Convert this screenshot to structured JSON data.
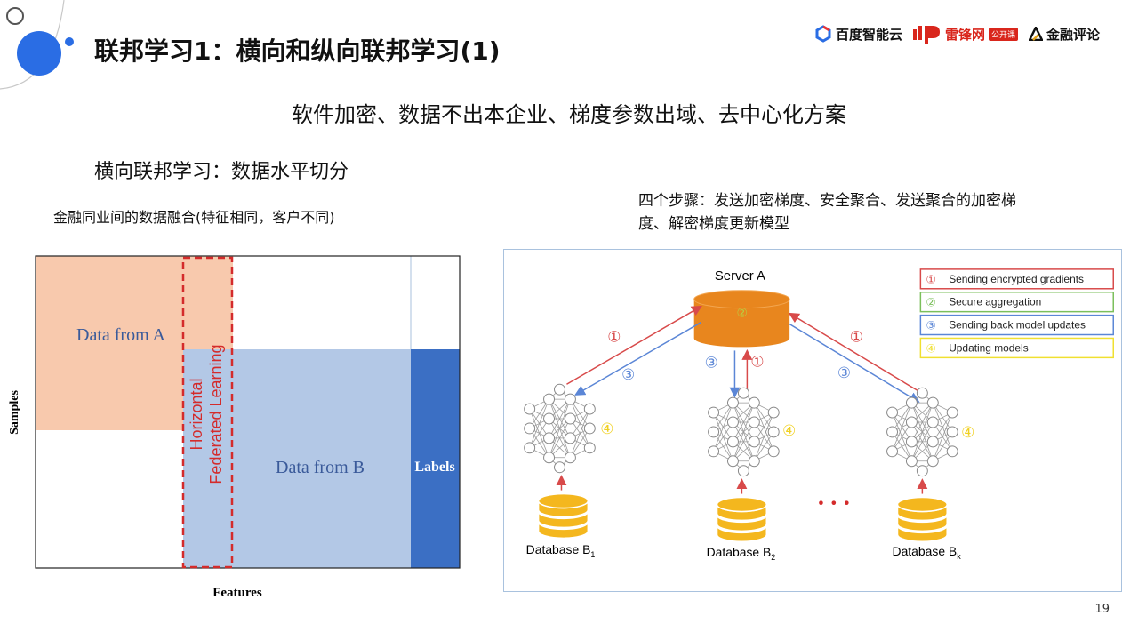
{
  "slide": {
    "title": "联邦学习1：横向和纵向联邦学习(1)",
    "subtitle": "软件加密、数据不出本企业、梯度参数出域、去中心化方案",
    "left_heading": "横向联邦学习：数据水平切分",
    "left_caption": "金融同业间的数据融合(特征相同，客户不同)",
    "right_caption": "四个步骤：发送加密梯度、安全聚合、发送聚合的加密梯度、解密梯度更新模型",
    "page_number": "19"
  },
  "logos": {
    "baidu": "百度智能云",
    "leiphone": "雷锋网",
    "leiphone_badge": "公开课",
    "finance": "金融评论"
  },
  "left_figure": {
    "data_a": "Data from A",
    "data_b": "Data from B",
    "labels": "Labels",
    "hfl_line1": "Horizontal",
    "hfl_line2": "Federated Learning",
    "ylabel": "Samples",
    "xlabel": "Features",
    "colors": {
      "a": "#f8c9ad",
      "b": "#b3c8e6",
      "labels": "#3b6fc4",
      "dash": "#d42b2b"
    }
  },
  "right_figure": {
    "server": "Server A",
    "server_mark": "②",
    "legend": [
      {
        "mark": "①",
        "text": "Sending encrypted gradients",
        "color": "#d84a4a"
      },
      {
        "mark": "②",
        "text": "Secure aggregation",
        "color": "#7bbf5b"
      },
      {
        "mark": "③",
        "text": "Sending back model updates",
        "color": "#5b86d6"
      },
      {
        "mark": "④",
        "text": "Updating models",
        "color": "#f0e030"
      }
    ],
    "step1": "①",
    "step3": "③",
    "step4": "④",
    "db1": "Database B",
    "db1_sub": "1",
    "db2": "Database B",
    "db2_sub": "2",
    "dbk": "Database B",
    "dbk_sub": "k",
    "ellipsis": "• • •"
  }
}
